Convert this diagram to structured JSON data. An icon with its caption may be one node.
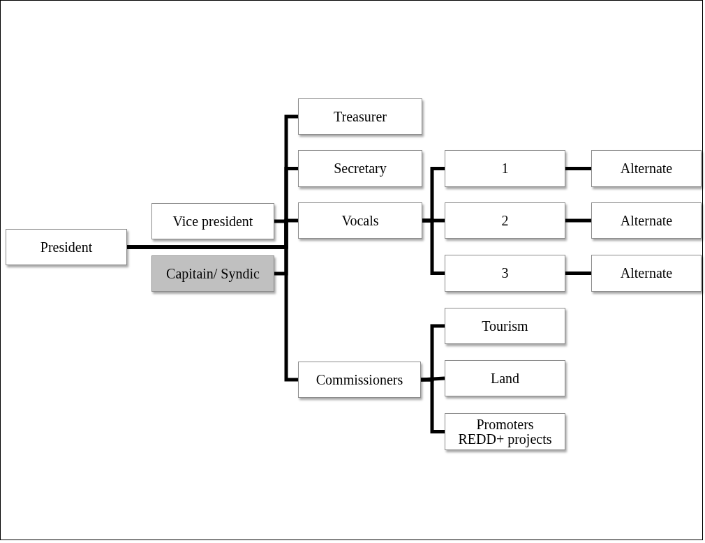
{
  "diagram": {
    "nodes": [
      {
        "text": [
          "President"
        ]
      },
      {
        "text": [
          "Vice president"
        ]
      },
      {
        "text": [
          "Capitain/ Syndic"
        ]
      },
      {
        "text": [
          "Treasurer"
        ]
      },
      {
        "text": [
          "Secretary"
        ]
      },
      {
        "text": [
          "Vocals"
        ]
      },
      {
        "text": [
          "1"
        ]
      },
      {
        "text": [
          "Alternate"
        ]
      },
      {
        "text": [
          "2"
        ]
      },
      {
        "text": [
          "Alternate"
        ]
      },
      {
        "text": [
          "3"
        ]
      },
      {
        "text": [
          "Alternate"
        ]
      },
      {
        "text": [
          "Commissioners"
        ]
      },
      {
        "text": [
          "Tourism"
        ]
      },
      {
        "text": [
          "Land"
        ]
      },
      {
        "text": [
          "Promoters REDD+ projects"
        ]
      }
    ],
    "edges": [
      {
        "from": 0,
        "to": 1,
        "arrow": "none"
      },
      {
        "from": 0,
        "to": 2,
        "arrow": "none"
      },
      {
        "from": 0,
        "to": 3,
        "arrow": "none"
      },
      {
        "from": 0,
        "to": 4,
        "arrow": "none"
      },
      {
        "from": 0,
        "to": 5,
        "arrow": "none"
      },
      {
        "from": 0,
        "to": 12,
        "arrow": "none"
      },
      {
        "from": 5,
        "to": 6,
        "arrow": "none"
      },
      {
        "from": 5,
        "to": 8,
        "arrow": "none"
      },
      {
        "from": 5,
        "to": 10,
        "arrow": "none"
      },
      {
        "from": 6,
        "to": 7,
        "arrow": "none"
      },
      {
        "from": 8,
        "to": 9,
        "arrow": "none"
      },
      {
        "from": 10,
        "to": 11,
        "arrow": "none"
      },
      {
        "from": 12,
        "to": 13,
        "arrow": "none"
      },
      {
        "from": 12,
        "to": 14,
        "arrow": "none"
      },
      {
        "from": 12,
        "to": 15,
        "arrow": "none"
      }
    ]
  }
}
